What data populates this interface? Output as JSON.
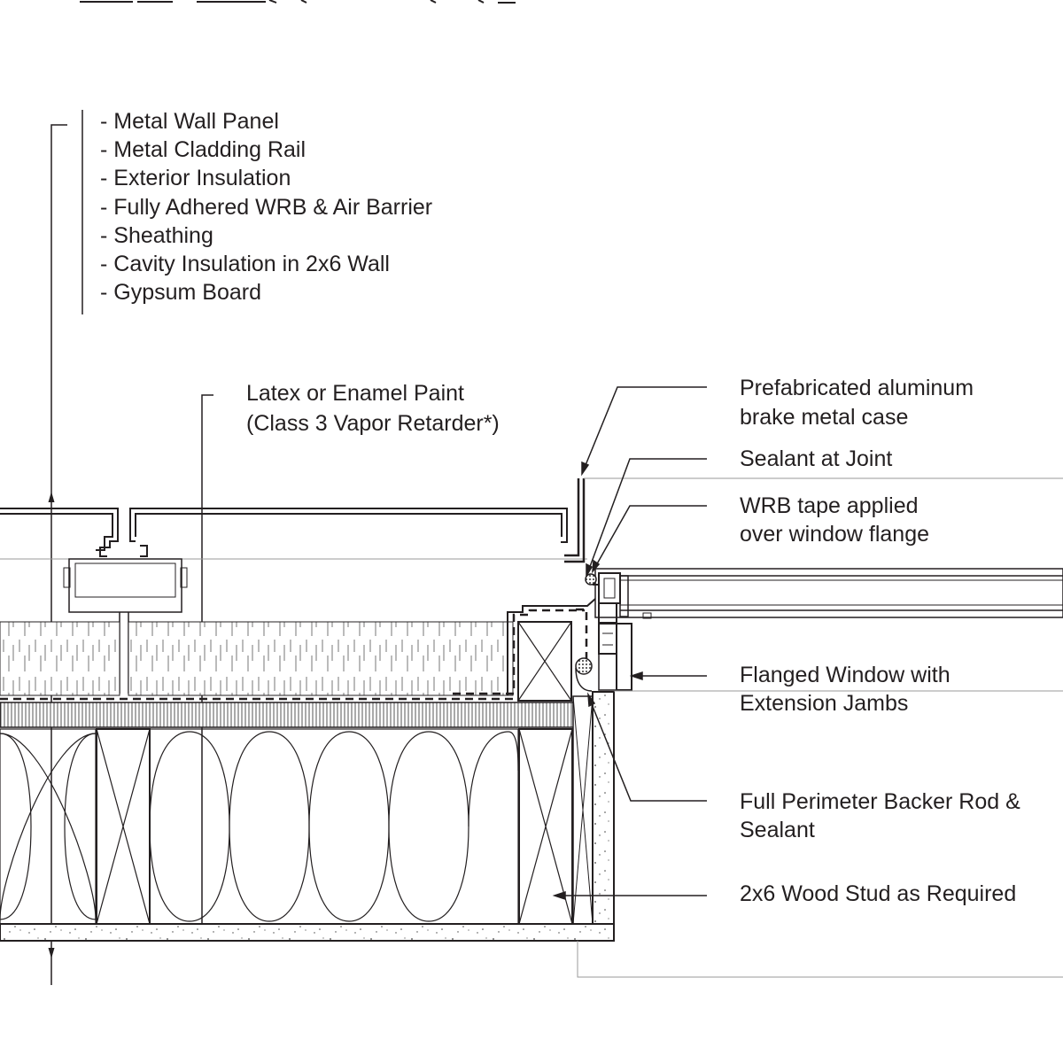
{
  "wall_assembly": {
    "layers": [
      "- Metal Wall Panel",
      "- Metal Cladding Rail",
      "- Exterior Insulation",
      "- Fully Adhered WRB & Air Barrier",
      "- Sheathing",
      "- Cavity Insulation in 2x6 Wall",
      "- Gypsum Board"
    ]
  },
  "callouts": {
    "paint": [
      "Latex or Enamel Paint",
      "(Class 3 Vapor Retarder*)"
    ],
    "brake_metal": [
      "Prefabricated aluminum",
      "brake metal case"
    ],
    "sealant_joint": [
      "Sealant at Joint"
    ],
    "wrb_tape": [
      "WRB tape applied",
      "over window flange"
    ],
    "flanged_window": [
      "Flanged Window with",
      "Extension Jambs"
    ],
    "backer_rod": [
      "Full Perimeter Backer Rod &",
      "Sealant"
    ],
    "stud": [
      "2x6 Wood Stud as Required"
    ]
  },
  "colors": {
    "ink": "#231f20",
    "leader": "#231f20",
    "thin": "#9a9a9a",
    "background": "#ffffff"
  }
}
